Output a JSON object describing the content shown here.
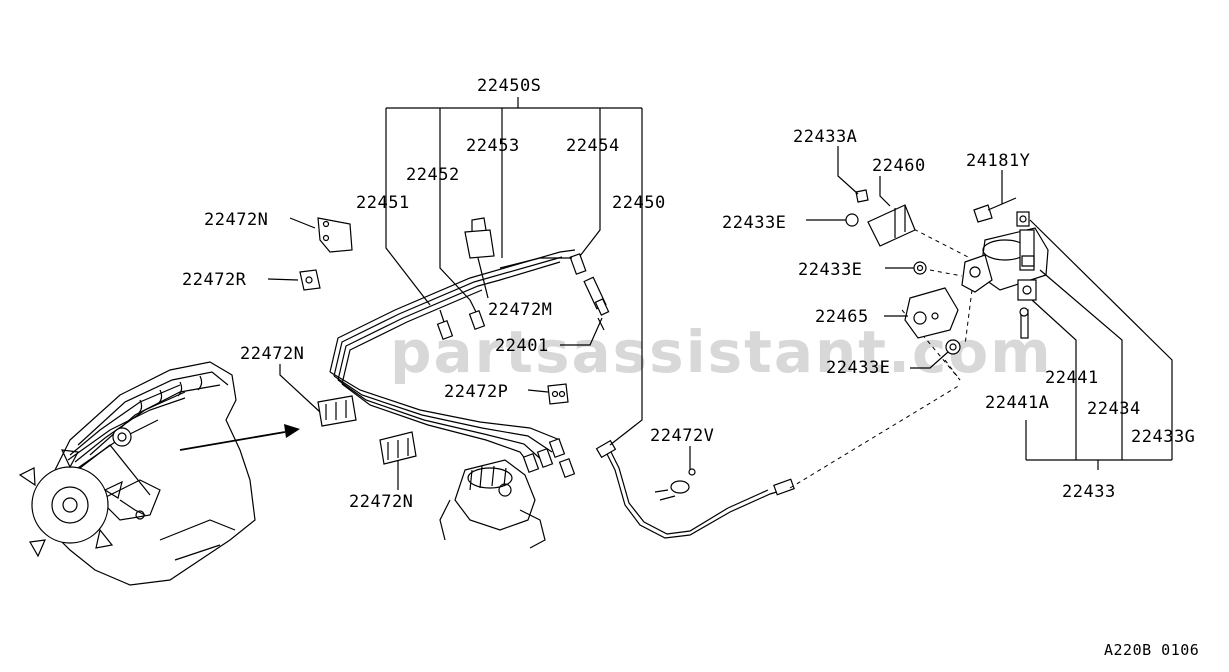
{
  "watermark": "partsassistant.com",
  "diagram_code": "A220B 0106",
  "labels": {
    "l_22450S": "22450S",
    "l_22453": "22453",
    "l_22454": "22454",
    "l_22452": "22452",
    "l_22451": "22451",
    "l_22450": "22450",
    "l_22472N_top": "22472N",
    "l_22472R": "22472R",
    "l_22472M": "22472M",
    "l_22401": "22401",
    "l_22472N_mid": "22472N",
    "l_22472P": "22472P",
    "l_22472N_bot": "22472N",
    "l_22472V": "22472V",
    "l_22433A": "22433A",
    "l_22460": "22460",
    "l_24181Y": "24181Y",
    "l_22433E_a": "22433E",
    "l_22433E_b": "22433E",
    "l_22465": "22465",
    "l_22433E_c": "22433E",
    "l_22441": "22441",
    "l_22441A": "22441A",
    "l_22434": "22434",
    "l_22433G": "22433G",
    "l_22433": "22433"
  }
}
